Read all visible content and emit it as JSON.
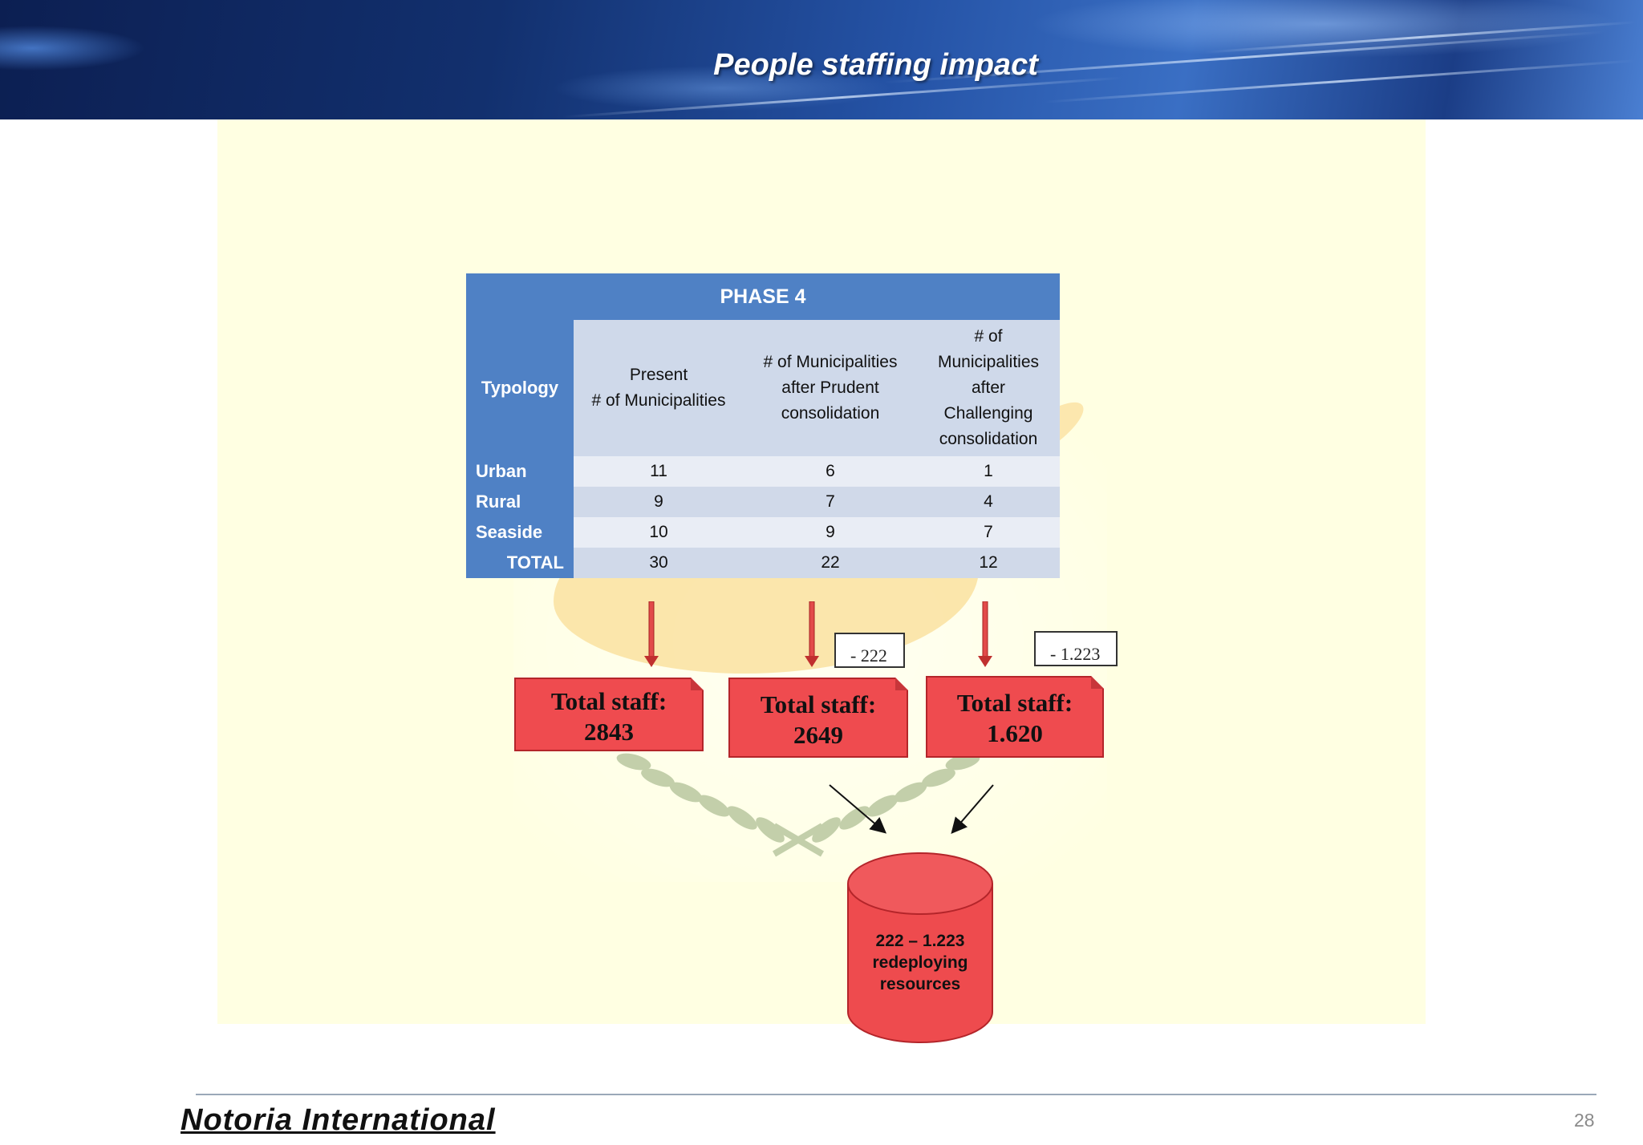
{
  "header": {
    "title": "People staffing impact"
  },
  "table": {
    "phase": "PHASE 4",
    "col_typology": "Typology",
    "col_present_line1": "Present",
    "col_present_line2": "# of Municipalities",
    "col_prudent_line1": "# of Municipalities",
    "col_prudent_line2": "after Prudent",
    "col_prudent_line3": "consolidation",
    "col_challenging_line1": "# of",
    "col_challenging_line2": "Municipalities",
    "col_challenging_line3": "after",
    "col_challenging_line4": "Challenging",
    "col_challenging_line5": "consolidation",
    "rows": [
      {
        "label": "Urban",
        "present": "11",
        "prudent": "6",
        "challenging": "1"
      },
      {
        "label": "Rural",
        "present": "9",
        "prudent": "7",
        "challenging": "4"
      },
      {
        "label": "Seaside",
        "present": "10",
        "prudent": "9",
        "challenging": "7"
      },
      {
        "label": "TOTAL",
        "present": "30",
        "prudent": "22",
        "challenging": "12"
      }
    ]
  },
  "deltas": {
    "prudent": "- 222",
    "challenging": "- 1.223"
  },
  "staff_boxes": [
    {
      "label": "Total staff:",
      "value": "2843"
    },
    {
      "label": "Total staff:",
      "value": "2649"
    },
    {
      "label": "Total staff:",
      "value": "1.620"
    }
  ],
  "cylinder": {
    "line1": "222 – 1.223",
    "line2": "redeploying",
    "line3": "resources"
  },
  "footer": {
    "brand": "Notoria International",
    "page_number": "28"
  },
  "colors": {
    "table_header": "#4f81c5",
    "staff_box": "#ef4b4f",
    "panel_bg": "#ffffe2"
  }
}
